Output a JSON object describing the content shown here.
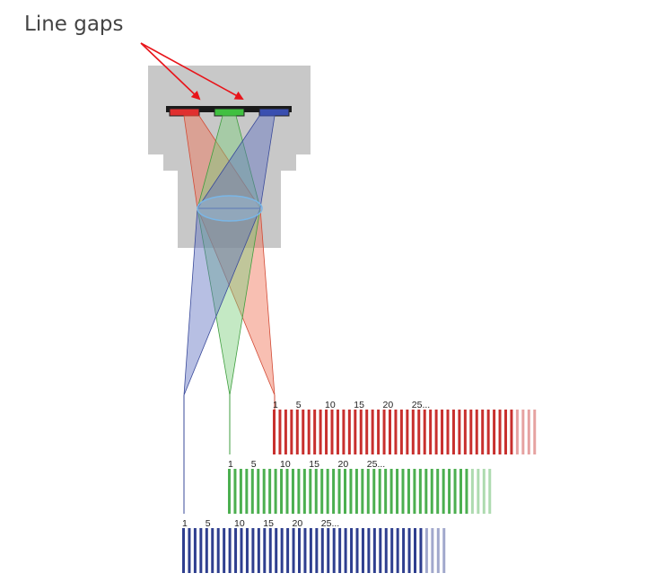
{
  "annotation": {
    "label": "Line gaps",
    "arrow_color": "#e8141a"
  },
  "colors": {
    "housing": "#c8c8c8",
    "sensor_strip": "#1a1a1a",
    "red": "#c8302e",
    "green": "#4caf50",
    "blue": "#2f3f8f",
    "red_beam": "#f07055",
    "green_beam": "#7ccf7c",
    "blue_beam": "#6070c0",
    "lens": "#9fc8ea"
  },
  "scales": [
    {
      "id": "red",
      "tick_labels": [
        "1",
        "5",
        "10",
        "15",
        "20",
        "25..."
      ],
      "bright_lines": 42,
      "faded_lines": 4
    },
    {
      "id": "green",
      "tick_labels": [
        "1",
        "5",
        "10",
        "15",
        "20",
        "25..."
      ],
      "bright_lines": 42,
      "faded_lines": 4
    },
    {
      "id": "blue",
      "tick_labels": [
        "1",
        "5",
        "10",
        "15",
        "20",
        "25..."
      ],
      "bright_lines": 42,
      "faded_lines": 4
    }
  ]
}
